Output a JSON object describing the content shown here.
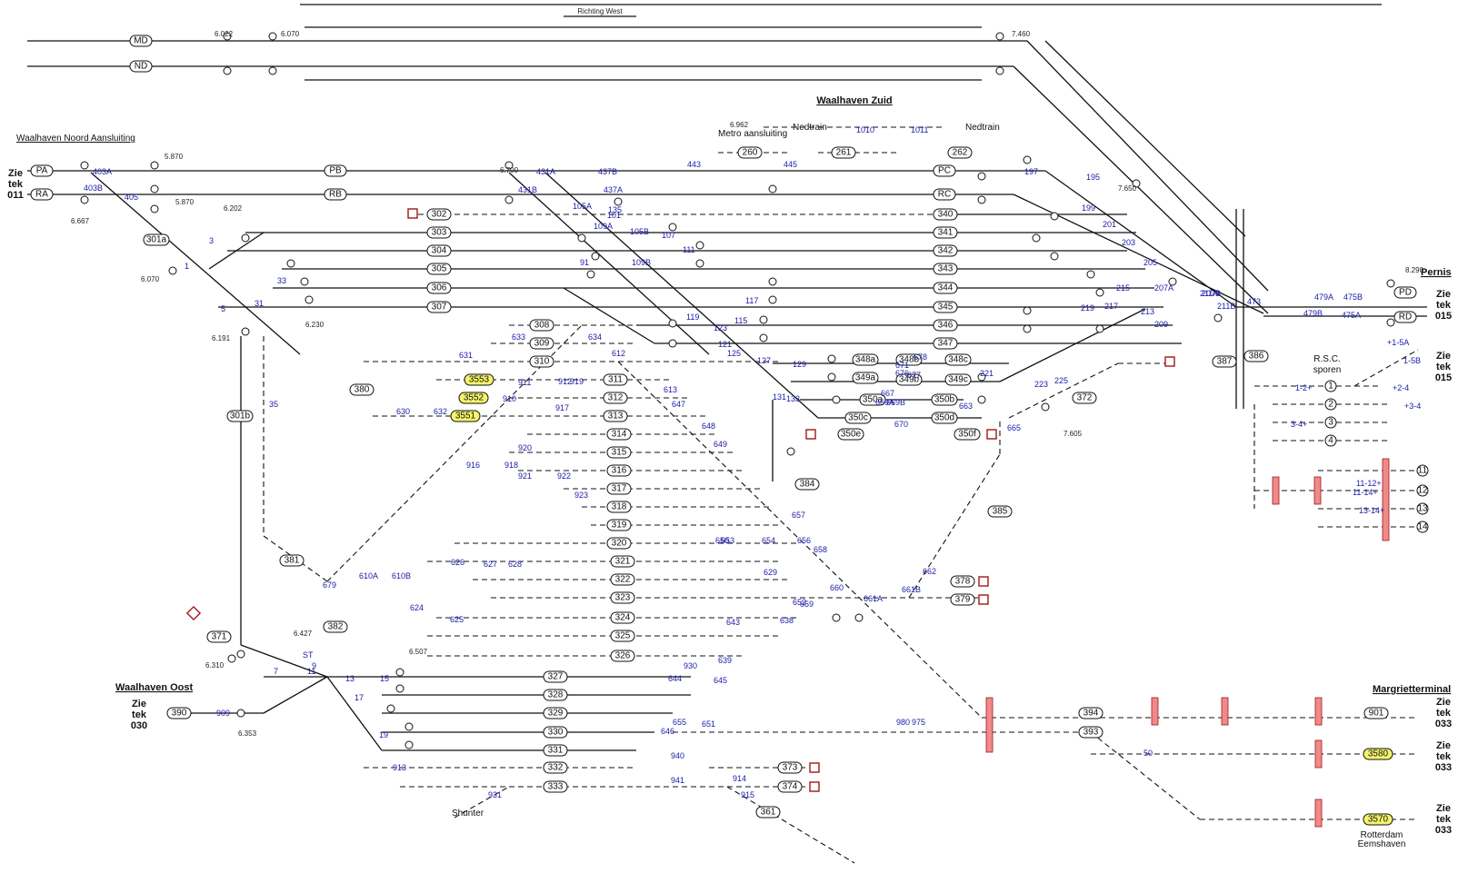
{
  "header": {
    "title": "Waalhaven Zuid",
    "direction": "Richting West"
  },
  "stations": {
    "noord": "Waalhaven Noord Aansluiting",
    "oost": "Waalhaven Oost",
    "margriet": "Margrietterminal",
    "pernis": "Pernis",
    "rsc": "R.S.C.",
    "sporen": "sporen",
    "metro": "Metro aansluiting",
    "nedtrain1": "Nedtrain",
    "nedtrain2": "Nedtrain",
    "shunter": "Shunter",
    "rotterdam": "Rotterdam",
    "eemshaven": "Eemshaven"
  },
  "zietek": [
    {
      "l1": "Zie",
      "l2": "tek",
      "l3": "011"
    },
    {
      "l1": "Zie",
      "l2": "tek",
      "l3": "015"
    },
    {
      "l1": "Zie",
      "l2": "tek",
      "l3": "015"
    },
    {
      "l1": "Zie",
      "l2": "tek",
      "l3": "030"
    },
    {
      "l1": "Zie",
      "l2": "tek",
      "l3": "033"
    },
    {
      "l1": "Zie",
      "l2": "tek",
      "l3": "033"
    },
    {
      "l1": "Zie",
      "l2": "tek",
      "l3": "033"
    }
  ],
  "tracks": {
    "mainlines": [
      "MD",
      "ND",
      "PA",
      "RA",
      "PB",
      "RB",
      "PC",
      "RC",
      "PD",
      "RD"
    ],
    "yard": [
      "302",
      "303",
      "304",
      "305",
      "306",
      "307",
      "308",
      "309",
      "310",
      "311",
      "312",
      "313",
      "314",
      "315",
      "316",
      "317",
      "318",
      "319",
      "320",
      "321",
      "322",
      "323",
      "324",
      "325",
      "326",
      "327",
      "328",
      "329",
      "330",
      "331",
      "332",
      "333"
    ],
    "east": [
      "340",
      "341",
      "342",
      "343",
      "344",
      "345",
      "346",
      "347"
    ],
    "misc": [
      "301a",
      "301b",
      "260",
      "261",
      "262",
      "348a",
      "348b",
      "348c",
      "349a",
      "349b",
      "349c",
      "350a",
      "350b",
      "350c",
      "350d",
      "350e",
      "350f",
      "372",
      "373",
      "374",
      "378",
      "379",
      "380",
      "381",
      "382",
      "384",
      "385",
      "386",
      "387",
      "390",
      "393",
      "394",
      "901",
      "371",
      "361"
    ],
    "highlighted": [
      "3553",
      "3552",
      "3551",
      "3580",
      "3570"
    ]
  },
  "switches": [
    "403A",
    "403B",
    "405",
    "431A",
    "431B",
    "437B",
    "437A",
    "443",
    "445",
    "1010",
    "1011",
    "195",
    "197",
    "199",
    "201",
    "203",
    "205",
    "207A",
    "207B",
    "209",
    "211A",
    "211B",
    "213",
    "215",
    "217",
    "219",
    "221",
    "223",
    "225",
    "473",
    "479A",
    "479B",
    "475A",
    "475B",
    "105A",
    "105B",
    "109A",
    "109B",
    "101",
    "107",
    "111",
    "115",
    "117",
    "119",
    "121",
    "123",
    "125",
    "127",
    "129",
    "131",
    "133",
    "135",
    "91",
    "1",
    "3",
    "5",
    "31",
    "33",
    "35",
    "630",
    "631",
    "632",
    "633",
    "634",
    "612",
    "613",
    "647",
    "648",
    "649",
    "650",
    "653",
    "654",
    "656",
    "658",
    "660",
    "661A",
    "661B",
    "662",
    "663",
    "665",
    "667",
    "669A",
    "669B",
    "670",
    "671",
    "676",
    "677",
    "678",
    "679",
    "610A",
    "610B",
    "624",
    "625",
    "626",
    "627",
    "628",
    "629",
    "638",
    "639",
    "643",
    "644",
    "645",
    "646",
    "651",
    "652",
    "655",
    "657",
    "659",
    "909",
    "911",
    "910",
    "912",
    "913",
    "914",
    "915",
    "916",
    "917",
    "918",
    "919",
    "920",
    "921",
    "922",
    "923",
    "930",
    "931",
    "940",
    "941",
    "975",
    "980",
    "7",
    "9",
    "11",
    "13",
    "15",
    "17",
    "19",
    "50",
    "ST",
    "1-2+",
    "3-4+",
    "+1-5A",
    "1-5B",
    "+2-4",
    "+3-4",
    "11-12+",
    "11-14+",
    "13-14+"
  ],
  "km": [
    "6.022",
    "6.070",
    "7.460",
    "5.870",
    "6.700",
    "6.962",
    "6.202",
    "5.870",
    "6.667",
    "6.070",
    "6.230",
    "6.191",
    "7.650",
    "8.290",
    "7.605",
    "6.427",
    "6.310",
    "6.507",
    "6.353"
  ],
  "rsc_tracks": [
    "1",
    "2",
    "3",
    "4"
  ],
  "rsc_right": [
    "11",
    "12",
    "13",
    "14"
  ]
}
